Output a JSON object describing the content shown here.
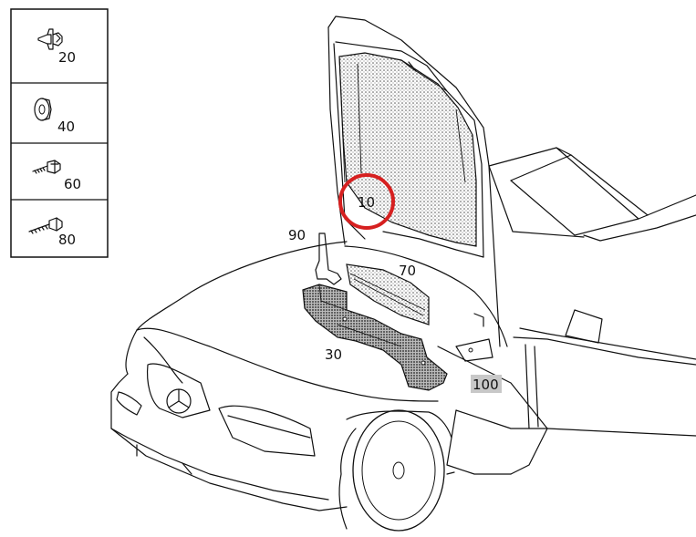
{
  "legend": {
    "items": [
      {
        "part": "clip",
        "label": "20"
      },
      {
        "part": "grommet",
        "label": "40"
      },
      {
        "part": "screw",
        "label": "60"
      },
      {
        "part": "expanding-rivet",
        "label": "80"
      }
    ]
  },
  "callouts": {
    "hood_insulation": "10",
    "panel_left": "90",
    "panel_center": "70",
    "bracket": "30",
    "bracket_right": "100"
  },
  "highlight": {
    "circle_color": "#d62020",
    "box_fill": "#c8c8c8"
  }
}
